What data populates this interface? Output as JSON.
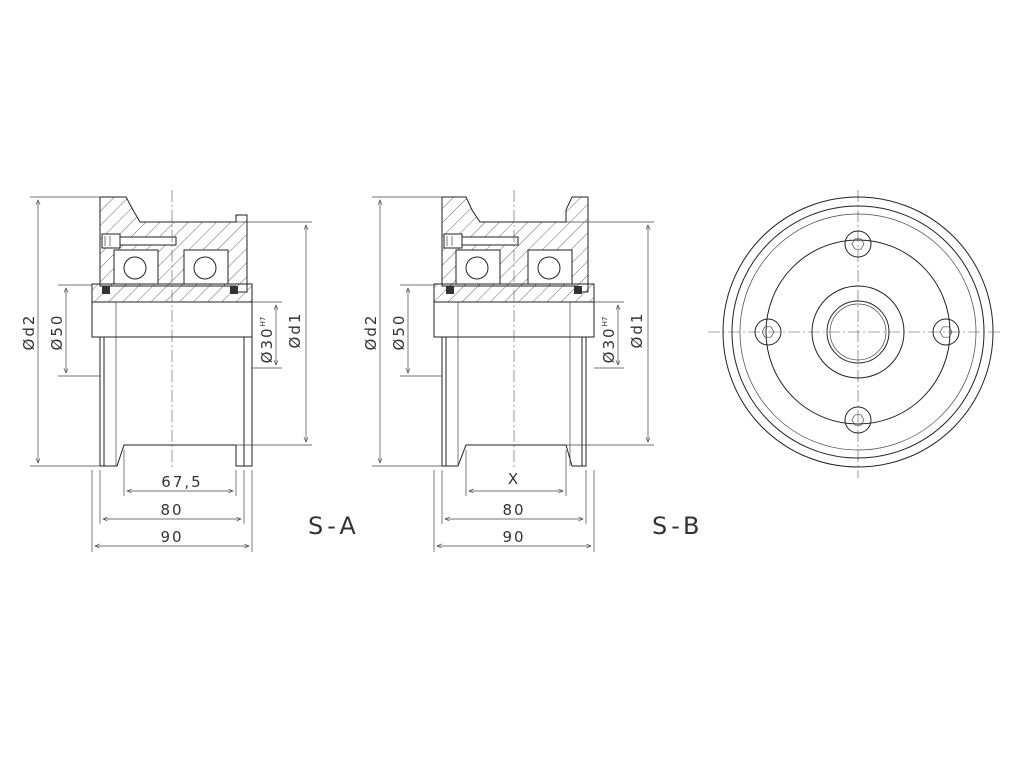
{
  "views": {
    "left": {
      "label": "S-A",
      "dims": {
        "d2": "Ød2",
        "d50": "Ø50",
        "d30": "Ø30",
        "d30_tol": "H7",
        "d1": "Ød1",
        "w1": "67,5",
        "w2": "80",
        "w3": "90"
      }
    },
    "right": {
      "label": "S-B",
      "dims": {
        "d2": "Ød2",
        "d50": "Ø50",
        "d30": "Ø30",
        "d30_tol": "H7",
        "d1": "Ød1",
        "w1": "X",
        "w2": "80",
        "w3": "90"
      }
    }
  }
}
